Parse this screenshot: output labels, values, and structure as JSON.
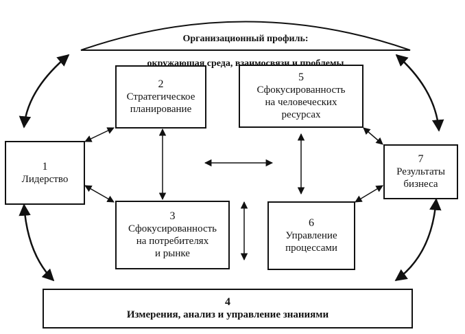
{
  "profile": {
    "line1": "Организационный профиль:",
    "line2": "окружающая среда, взаимосвязи и проблемы"
  },
  "boxes": {
    "b1": {
      "num": "1",
      "label": "Лидерство"
    },
    "b2": {
      "num": "2",
      "label": "Стратегическое\nпланирование"
    },
    "b3": {
      "num": "3",
      "label": "Сфокусированность\nна потребителях\nи рынке"
    },
    "b4": {
      "num": "4",
      "label": "Измерения, анализ и управление знаниями"
    },
    "b5": {
      "num": "5",
      "label": "Сфокусированность\nна человеческих\nресурсах"
    },
    "b6": {
      "num": "6",
      "label": "Управление\nпроцессами"
    },
    "b7": {
      "num": "7",
      "label": "Результаты\nбизнеса"
    }
  },
  "colors": {
    "stroke": "#111111",
    "background": "#ffffff"
  }
}
